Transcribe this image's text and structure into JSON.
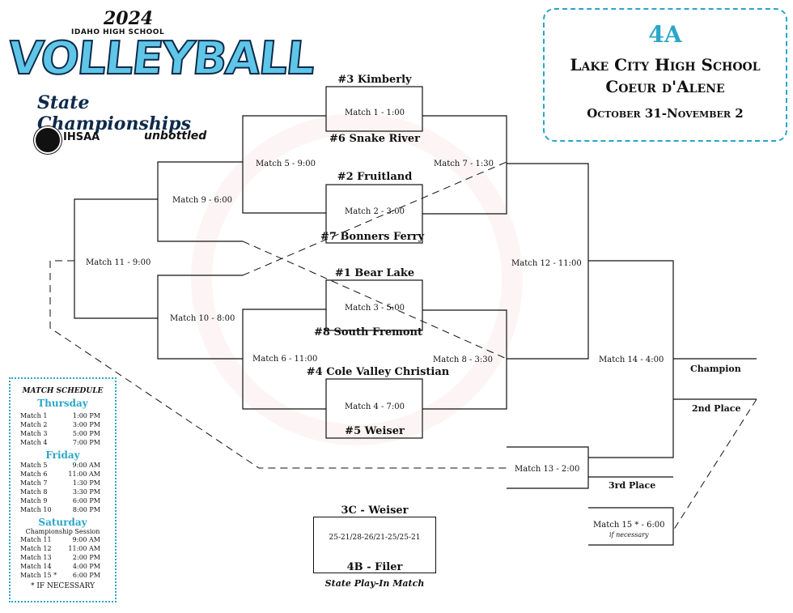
{
  "logo": {
    "year": "2024",
    "subtitle": "IDAHO HIGH SCHOOL",
    "sport": "VOLLEYBALL",
    "event": "State Championships",
    "org": "IHSAA",
    "sponsor": "unbottled"
  },
  "info": {
    "classification": "4A",
    "venue_line1": "Lake City High School",
    "venue_line2": "Coeur d'Alene",
    "dates": "October 31-November 2"
  },
  "teams": {
    "t3": "#3 Kimberly",
    "t6": "#6 Snake River",
    "t2": "#2 Fruitland",
    "t7": "#7 Bonners Ferry",
    "t1": "#1 Bear Lake",
    "t8": "#8 South Fremont",
    "t4": "#4 Cole Valley Christian",
    "t5": "#5 Weiser"
  },
  "matches": {
    "m1": "Match 1 - 1:00",
    "m2": "Match 2 - 3:00",
    "m3": "Match 3 - 5:00",
    "m4": "Match 4 - 7:00",
    "m5": "Match 5 - 9:00",
    "m6": "Match 6 - 11:00",
    "m7": "Match 7 - 1:30",
    "m8": "Match 8 - 3:30",
    "m9": "Match 9 - 6:00",
    "m10": "Match 10 - 8:00",
    "m11": "Match 11 - 9:00",
    "m12": "Match 12 - 11:00",
    "m13": "Match 13 - 2:00",
    "m14": "Match 14 - 4:00",
    "m15": "Match 15 * - 6:00",
    "m15_note": "if necessary"
  },
  "places": {
    "champion": "Champion",
    "second": "2nd Place",
    "third": "3rd Place"
  },
  "schedule": {
    "heading": "MATCH SCHEDULE",
    "thursday": {
      "label": "Thursday",
      "rows": [
        [
          "Match 1",
          "1:00 PM"
        ],
        [
          "Match 2",
          "3:00 PM"
        ],
        [
          "Match 3",
          "5:00 PM"
        ],
        [
          "Match 4",
          "7:00 PM"
        ]
      ]
    },
    "friday": {
      "label": "Friday",
      "rows": [
        [
          "Match 5",
          "9:00 AM"
        ],
        [
          "Match 6",
          "11:00 AM"
        ],
        [
          "Match 7",
          "1:30 PM"
        ],
        [
          "Match 8",
          "3:30 PM"
        ],
        [
          "Match 9",
          "6:00 PM"
        ],
        [
          "Match 10",
          "8:00 PM"
        ]
      ]
    },
    "saturday": {
      "label": "Saturday",
      "note": "Championship Session",
      "rows": [
        [
          "Match 11",
          "9:00 AM"
        ],
        [
          "Match 12",
          "11:00 AM"
        ],
        [
          "Match 13",
          "2:00 PM"
        ],
        [
          "Match 14",
          "4:00 PM"
        ],
        [
          "Match 15 *",
          "6:00 PM"
        ]
      ]
    },
    "footnote": "* IF NECESSARY"
  },
  "playin": {
    "top": "3C - Weiser",
    "score": "25-21/28-26/21-25/25-21",
    "bottom": "4B - Filer",
    "caption": "State Play-In Match"
  }
}
